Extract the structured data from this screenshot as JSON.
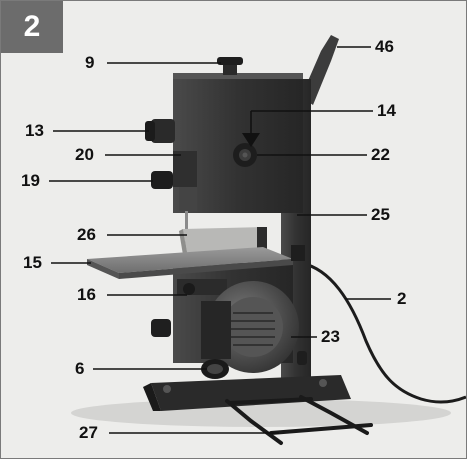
{
  "figure": {
    "number": "2"
  },
  "callouts": {
    "c9": "9",
    "c46": "46",
    "c14": "14",
    "c13": "13",
    "c20": "20",
    "c22": "22",
    "c19": "19",
    "c25": "25",
    "c26": "26",
    "c15": "15",
    "c2": "2",
    "c16": "16",
    "c23": "23",
    "c6": "6",
    "c27": "27"
  },
  "colors": {
    "background": "#ededeb",
    "machine_body": "#3a3a3a",
    "badge": "#6c6c6c",
    "badge_text": "#ffffff",
    "label_text": "#111111"
  }
}
